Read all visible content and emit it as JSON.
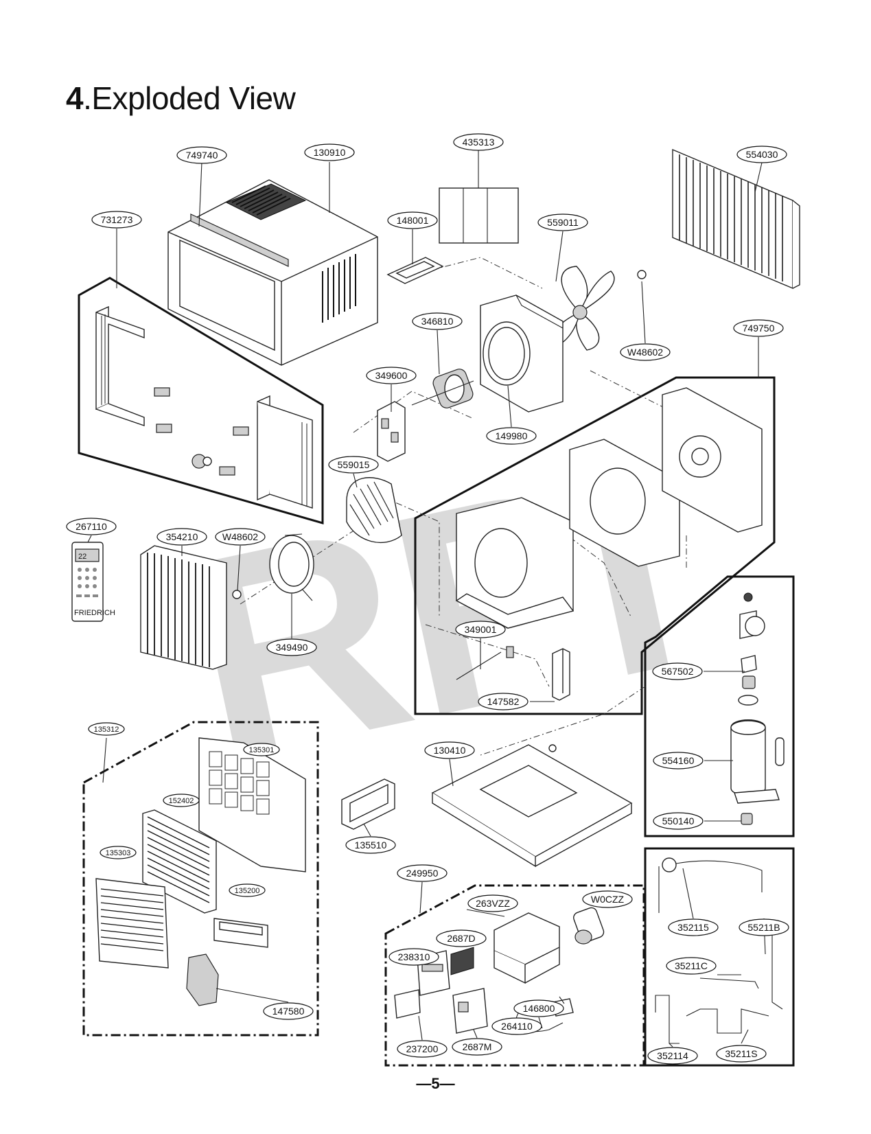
{
  "page": {
    "title_number": "4",
    "title_text": ".Exploded View",
    "page_number": "—5—",
    "watermark": "RPI"
  },
  "parts": [
    {
      "id": "p749740",
      "label": "749740"
    },
    {
      "id": "p130910",
      "label": "130910"
    },
    {
      "id": "p435313",
      "label": "435313"
    },
    {
      "id": "p554030",
      "label": "554030"
    },
    {
      "id": "p731273",
      "label": "731273"
    },
    {
      "id": "p148001",
      "label": "148001"
    },
    {
      "id": "p559011",
      "label": "559011"
    },
    {
      "id": "p346810",
      "label": "346810"
    },
    {
      "id": "pW48602a",
      "label": "W48602"
    },
    {
      "id": "p749750",
      "label": "749750"
    },
    {
      "id": "p349600",
      "label": "349600"
    },
    {
      "id": "p149980",
      "label": "149980"
    },
    {
      "id": "p559015",
      "label": "559015"
    },
    {
      "id": "p267110",
      "label": "267110"
    },
    {
      "id": "p354210",
      "label": "354210"
    },
    {
      "id": "pW48602b",
      "label": "W48602"
    },
    {
      "id": "p349490",
      "label": "349490"
    },
    {
      "id": "p349001",
      "label": "349001"
    },
    {
      "id": "p567502",
      "label": "567502"
    },
    {
      "id": "p147582",
      "label": "147582"
    },
    {
      "id": "p135312",
      "label": "135312"
    },
    {
      "id": "p135301",
      "label": "135301"
    },
    {
      "id": "p130410",
      "label": "130410"
    },
    {
      "id": "p554160",
      "label": "554160"
    },
    {
      "id": "p152402",
      "label": "152402"
    },
    {
      "id": "p550140",
      "label": "550140"
    },
    {
      "id": "p135303",
      "label": "135303"
    },
    {
      "id": "p135510",
      "label": "135510"
    },
    {
      "id": "p249950",
      "label": "249950"
    },
    {
      "id": "p135200",
      "label": "135200"
    },
    {
      "id": "p263VZZ",
      "label": "263VZZ"
    },
    {
      "id": "pW0CZZ",
      "label": "W0CZZ"
    },
    {
      "id": "p352115",
      "label": "352115"
    },
    {
      "id": "p55211B",
      "label": "55211B"
    },
    {
      "id": "p2687D",
      "label": "2687D"
    },
    {
      "id": "p238310",
      "label": "238310"
    },
    {
      "id": "p35211C",
      "label": "35211C"
    },
    {
      "id": "p146800",
      "label": "146800"
    },
    {
      "id": "p147580",
      "label": "147580"
    },
    {
      "id": "p264110",
      "label": "264110"
    },
    {
      "id": "p237200",
      "label": "237200"
    },
    {
      "id": "p2687M",
      "label": "2687M"
    },
    {
      "id": "p352114",
      "label": "352114"
    },
    {
      "id": "p35211S",
      "label": "35211S"
    }
  ],
  "remote": {
    "display_text": "22",
    "brand_text": "FRIEDRICH"
  }
}
